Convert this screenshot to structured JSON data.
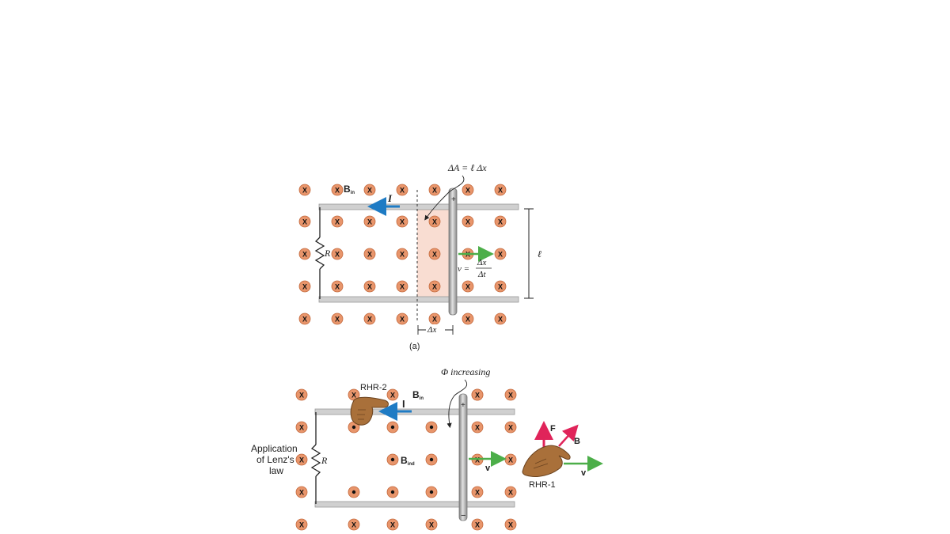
{
  "colors": {
    "field_dot": "#e8956b",
    "field_dot_stroke": "#c46a3e",
    "rail": "#c9c9c9",
    "rod": "#9d9d9d",
    "area_highlight": "#f9ddd2",
    "current_arrow": "#1e7bc4",
    "velocity_arrow": "#4cae49",
    "force_arrow": "#e0245a",
    "hand": "#a9703a"
  },
  "icons": {
    "field_into_page": "x-in-circle-icon",
    "field_out_of_page": "dot-in-circle-icon",
    "hand": "right-hand-icon"
  },
  "panel_a": {
    "caption": "(a)",
    "area_label": "ΔA = ℓ Δx",
    "field_label": "B",
    "field_subscript": "in",
    "current_label": "I",
    "resistor_label": "R",
    "velocity_label": "v =",
    "velocity_numerator": "Δx",
    "velocity_denominator": "Δt",
    "length_label": "ℓ",
    "dx_label": "Δx",
    "rod_plus": "+",
    "rod_minus": "−"
  },
  "panel_b": {
    "flux_label": "Φ increasing",
    "rhr2_label": "RHR-2",
    "rhr1_label": "RHR-1",
    "field_label": "B",
    "field_subscript": "in",
    "current_label": "I",
    "induced_label": "B",
    "induced_subscript": "ind",
    "resistor_label": "R",
    "lenz_line1": "Application",
    "lenz_line2": "of Lenz's",
    "lenz_line3": "law",
    "velocity_label": "v",
    "force_label": "F",
    "hand_field_label": "B",
    "hand_velocity_label": "v",
    "rod_plus": "+",
    "rod_minus": "−",
    "x_symbol": "X"
  }
}
